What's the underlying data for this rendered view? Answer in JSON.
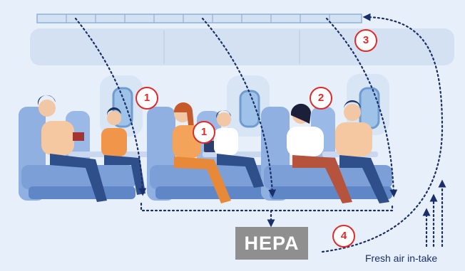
{
  "filter": {
    "label": "HEPA"
  },
  "intake": {
    "label": "Fresh air in-take"
  },
  "markers": {
    "m1a": "1",
    "m1b": "1",
    "m2": "2",
    "m3": "3",
    "m4": "4"
  },
  "colors": {
    "background": "#e7f0fa",
    "flow_arrow": "#1a2f6a",
    "marker": "#e02a2a",
    "filter_box": "#8f8f8f"
  }
}
